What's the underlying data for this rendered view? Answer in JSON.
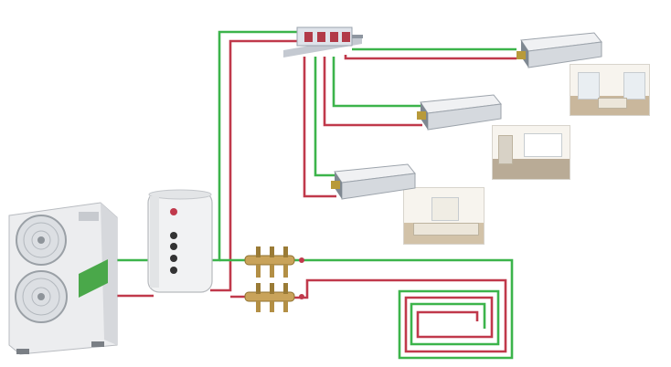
{
  "diagram": {
    "type": "heat-pump-piping-system",
    "components": [
      "outdoor-heat-pump-unit",
      "buffer-water-tank",
      "fan-coil-distributor",
      "fan-coil-unit-1",
      "fan-coil-unit-2",
      "fan-coil-unit-3",
      "floor-heating-manifold",
      "floor-heating-loop"
    ],
    "pipe_colors": {
      "supply": "#3cb44b",
      "return": "#c0394b"
    }
  }
}
